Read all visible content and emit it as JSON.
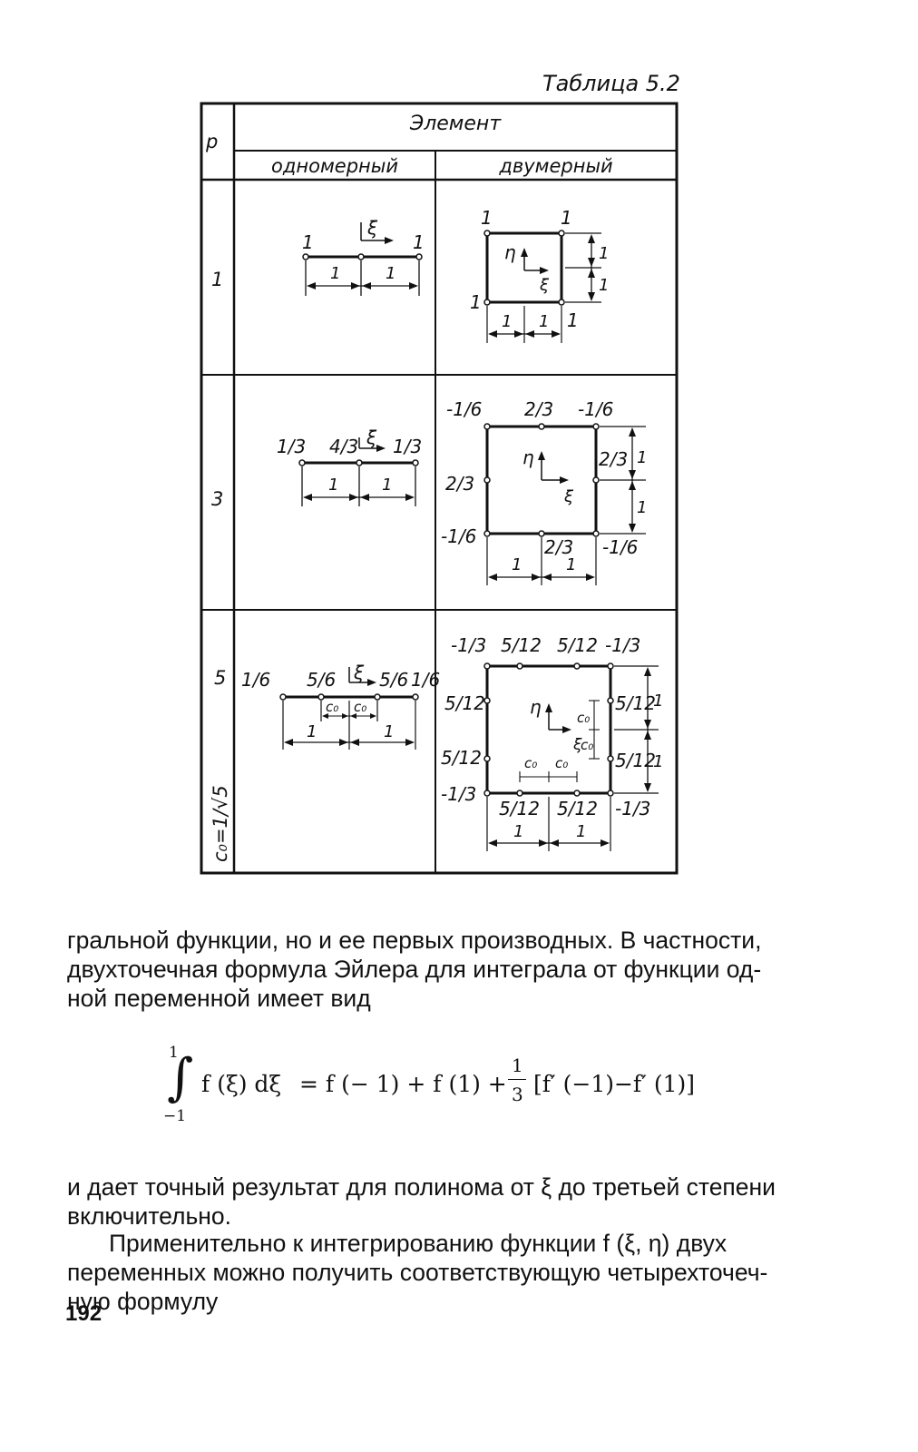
{
  "table": {
    "caption": "Таблица 5.2",
    "header_p": "p",
    "header_element": "Элемент",
    "header_1d": "одномерный",
    "header_2d": "двумерный",
    "rows": [
      {
        "p": "1",
        "oned": {
          "left_weight": "1",
          "right_weight": "1",
          "axis": "ξ",
          "dim_left": "1",
          "dim_right": "1"
        },
        "twod": {
          "top_left": "1",
          "top_right": "1",
          "bottom_left": "1",
          "bottom_right": "1",
          "eta": "η",
          "xi": "ξ",
          "dim_h1": "1",
          "dim_h2": "1",
          "dim_v1": "1",
          "dim_v2": "1"
        }
      },
      {
        "p": "3",
        "oned": {
          "left_weight": "1/3",
          "mid_weight": "4/3",
          "right_weight": "1/3",
          "axis": "ξ",
          "dim_left": "1",
          "dim_right": "1"
        },
        "twod": {
          "corner_top_left": "-1/6",
          "mid_top": "2/3",
          "corner_top_right": "-1/6",
          "mid_left": "2/3",
          "mid_right": "2/3",
          "corner_bottom_left": "-1/6",
          "mid_bottom": "2/3",
          "corner_bottom_right": "-1/6",
          "eta": "η",
          "xi": "ξ",
          "dim_h1": "1",
          "dim_h2": "1",
          "dim_v1": "1",
          "dim_v2": "1"
        }
      },
      {
        "p": "5",
        "note": "c₀=1/√5",
        "oned": {
          "left_weight": "1/6",
          "inner_left_weight": "5/6",
          "inner_right_weight": "5/6",
          "right_weight": "1/6",
          "axis": "ξ",
          "c0": "c₀",
          "dim_left": "1",
          "dim_right": "1"
        },
        "twod": {
          "corner": "-1/3",
          "edge": "5/12",
          "eta": "η",
          "xi": "ξ",
          "c0": "c₀",
          "dim": "1"
        }
      }
    ]
  },
  "text": {
    "para1_lines": [
      "гральной функции, но и ее первых производных. В частности,",
      "двухточечная формула Эйлера для интеграла от функции од-",
      "ной переменной  имеет вид"
    ],
    "formula": {
      "upper": "1",
      "lower": "−1",
      "integrand": "f (ξ) dξ",
      "rhs_part1": "= f (− 1) + f (1) + ",
      "frac_num": "1",
      "frac_den": "3",
      "rhs_part2": "[f′ (−1)−f′ (1)]"
    },
    "para2_lines": [
      "и дает точный результат для полинома от ξ до третьей степени",
      "включительно."
    ],
    "para3_lines": [
      "Применительно к интегрированию функции f (ξ, η) двух",
      "переменных можно получить соответствующую четырехточеч-",
      "ную формулу"
    ],
    "page_number": "192"
  }
}
